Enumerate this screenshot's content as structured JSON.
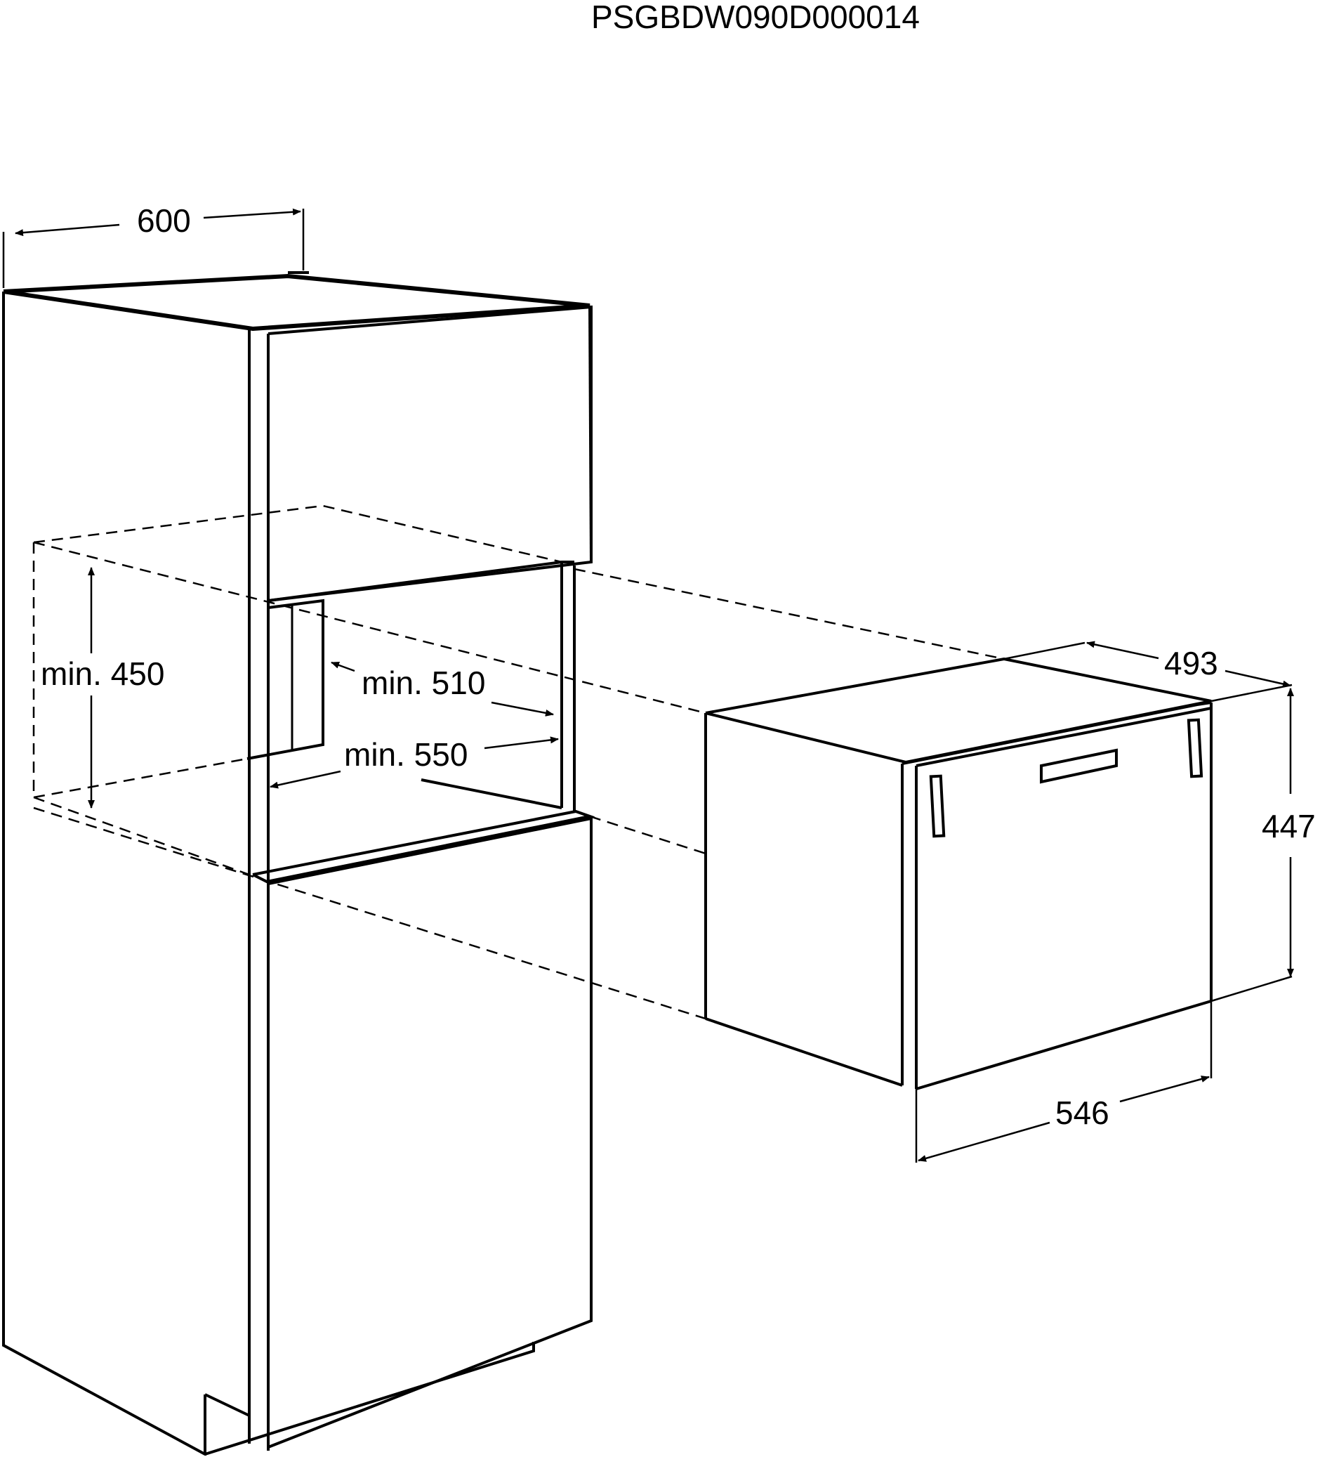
{
  "drawing_code": "PSGBDW090D000014",
  "dimensions": {
    "cabinet_width": "600",
    "niche_height": "min. 450",
    "niche_depth_inner": "min. 510",
    "niche_depth_outer": "min. 550",
    "appliance_depth": "493",
    "appliance_height": "447",
    "appliance_width": "546"
  },
  "colors": {
    "line": "#000000",
    "background": "#ffffff"
  }
}
